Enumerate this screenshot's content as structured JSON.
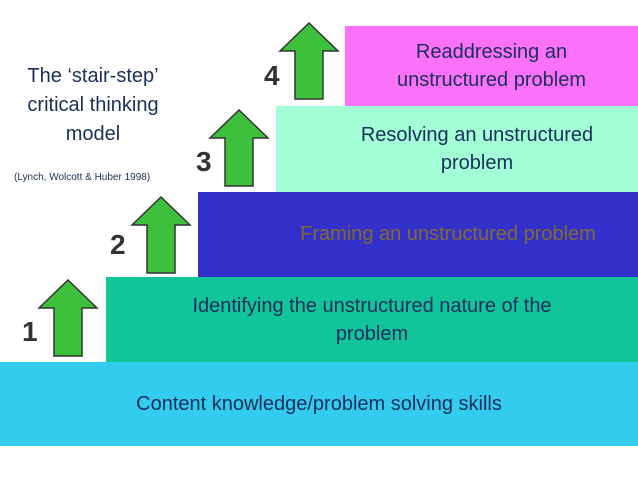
{
  "side_title": "The ‘stair-step’\ncritical thinking\nmodel",
  "citation": "(Lynch, Wolcott & Huber 1998)",
  "steps": [
    {
      "number": "",
      "label": "Content knowledge/problem solving skills",
      "color": "#33ccee"
    },
    {
      "number": "1",
      "label": "Identifying the unstructured nature of the problem",
      "color": "#12c49a"
    },
    {
      "number": "2",
      "label": "Framing an unstructured problem",
      "color": "#3330cc"
    },
    {
      "number": "3",
      "label": "Resolving an unstructured problem",
      "color": "#a3ffd6"
    },
    {
      "number": "4",
      "label": "Readdressing an unstructured problem",
      "color": "#fb71f7"
    }
  ],
  "arrow_color": "#3dc13c"
}
